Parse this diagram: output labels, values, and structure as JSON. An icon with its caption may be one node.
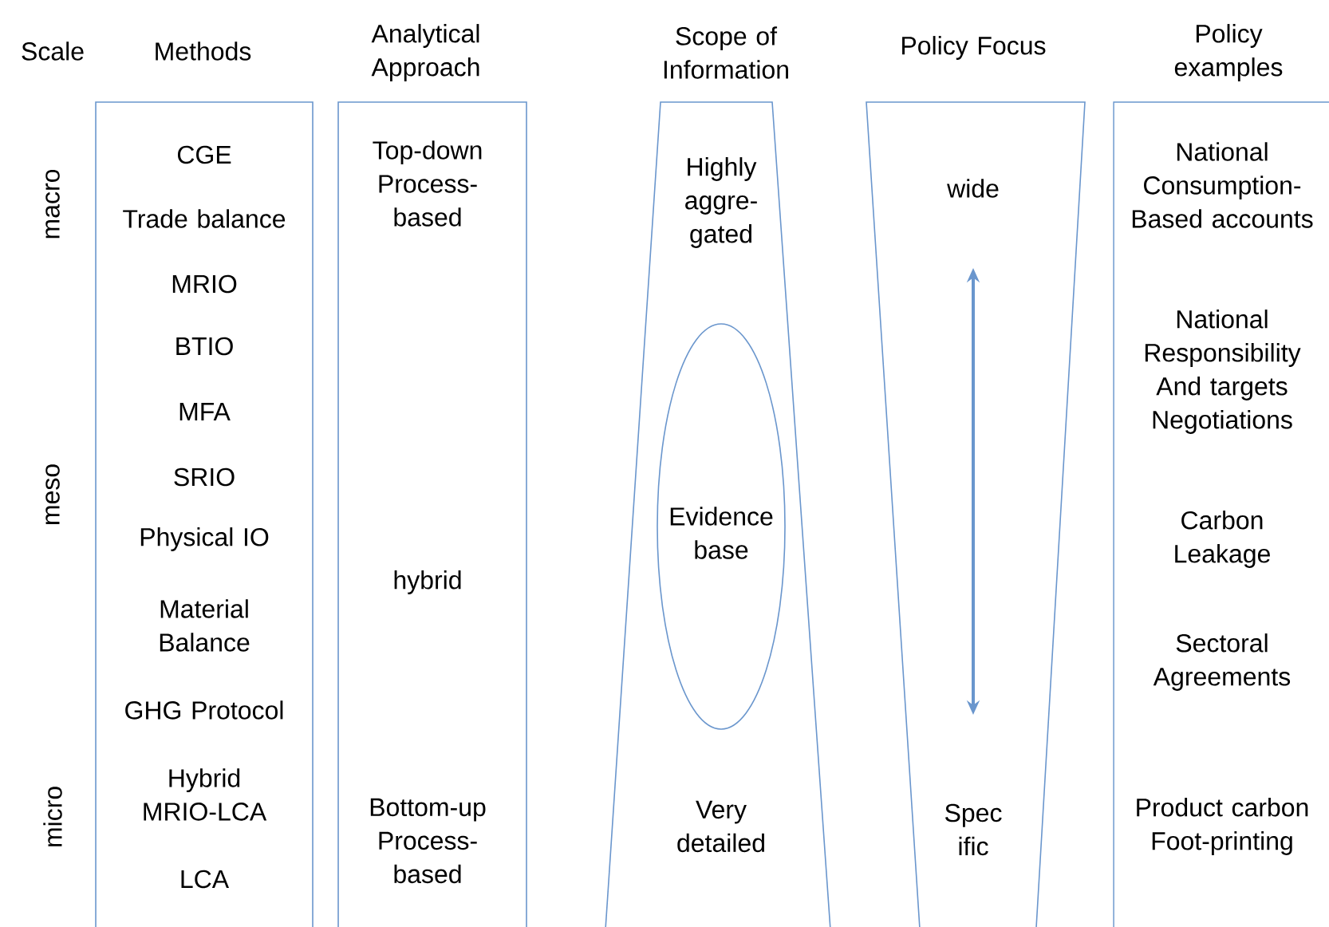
{
  "diagram": {
    "nodes": [
      {
        "text": [
          "Methods",
          "CGE",
          "Trade balance",
          "MRIO",
          "BTIO",
          "MFA",
          "SRIO",
          "Physical IO",
          "Material Balance",
          "GHG Protocol",
          "Hybrid MRIO-LCA",
          "LCA"
        ]
      },
      {
        "text": [
          "Analytical Approach",
          "Top-down Process- based",
          "hybrid",
          "Bottom-up Process- based"
        ]
      },
      {
        "text": [
          "Scope of Information",
          "Highly aggre- gated",
          "Very detailed"
        ]
      },
      {
        "text": [
          "Evidence base"
        ],
        "in": 2
      },
      {
        "text": [
          "Policy Focus",
          "wide",
          "Spec ific"
        ]
      },
      {
        "text": [
          "Policy examples",
          "National Consumption- Based accounts",
          "National Responsibility And targets Negotiations",
          "Carbon Leakage",
          "Sectoral Agreements",
          "Product carbon Foot-printing"
        ]
      }
    ],
    "labels": [
      "Scale",
      "macro",
      "meso",
      "micro"
    ]
  }
}
